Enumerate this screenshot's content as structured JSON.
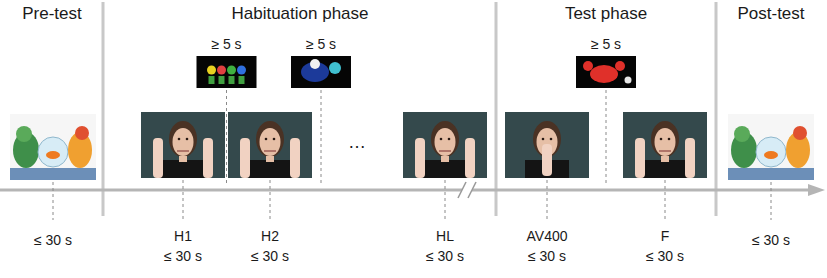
{
  "diagram": {
    "labels": [
      "Pre-test",
      "Habituation phase",
      "Test phase",
      "Post-test",
      "≥ 5 s",
      "≥ 5 s",
      "≥ 5 s",
      "…",
      "≤ 30 s",
      "H1",
      "≤ 30 s",
      "H2",
      "≤ 30 s",
      "HL",
      "≤ 30 s",
      "AV400",
      "≤ 30 s",
      "F",
      "≤ 30 s",
      "≤ 30 s"
    ]
  }
}
